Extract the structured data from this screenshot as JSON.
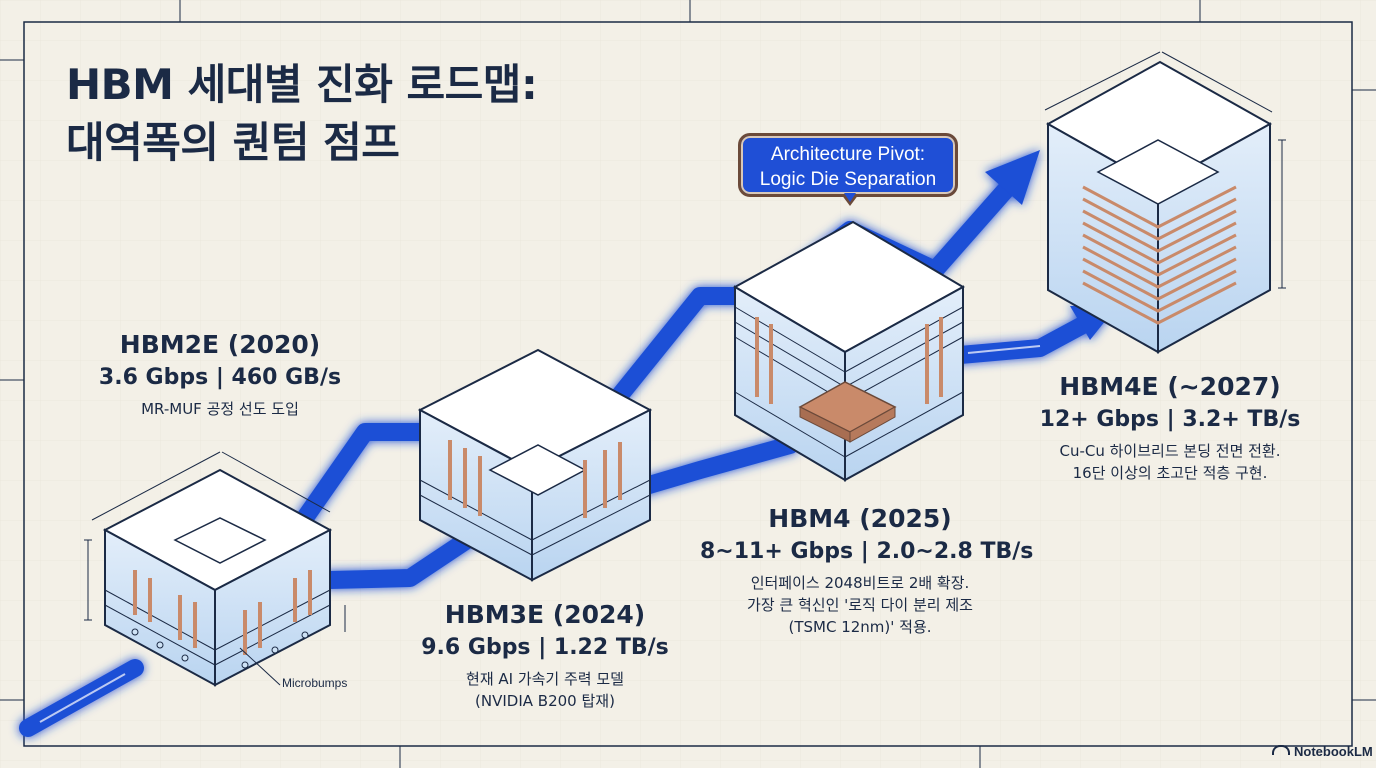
{
  "title": {
    "line1": "HBM 세대별 진화 로드맵:",
    "line2": "대역폭의 퀀텀 점프"
  },
  "callout": {
    "line1": "Architecture Pivot:",
    "line2": "Logic Die Separation"
  },
  "generations": [
    {
      "name": "HBM2E (2020)",
      "spec": "3.6 Gbps | 460 GB/s",
      "notes": [
        "MR-MUF 공정 선도 도입"
      ]
    },
    {
      "name": "HBM3E (2024)",
      "spec": "9.6 Gbps | 1.22 TB/s",
      "notes": [
        "현재 AI 가속기 주력 모델",
        "(NVIDIA B200 탑재)"
      ]
    },
    {
      "name": "HBM4 (2025)",
      "spec": "8~11+ Gbps | 2.0~2.8 TB/s",
      "notes": [
        "인터페이스 2048비트로 2배 확장.",
        "가장 큰 혁신인 '로직 다이 분리 제조",
        "(TSMC 12nm)' 적용."
      ]
    },
    {
      "name": "HBM4E (~2027)",
      "spec": "12+ Gbps | 3.2+ TB/s",
      "notes": [
        "Cu-Cu 하이브리드 본딩 전면 전환.",
        "16단 이상의 초고단 적층 구현."
      ]
    }
  ],
  "annotation": {
    "microbumps": "Microbumps"
  },
  "brand": "NotebookLM",
  "colors": {
    "background": "#f3f0e7",
    "arrow": "#1f4fd6",
    "ink": "#1b2a45",
    "glass": "#cfe3f6",
    "copper": "#c98a6a"
  },
  "icons": [
    "stack-chip-icon",
    "logic-die-icon",
    "notebooklm-logo-icon"
  ]
}
